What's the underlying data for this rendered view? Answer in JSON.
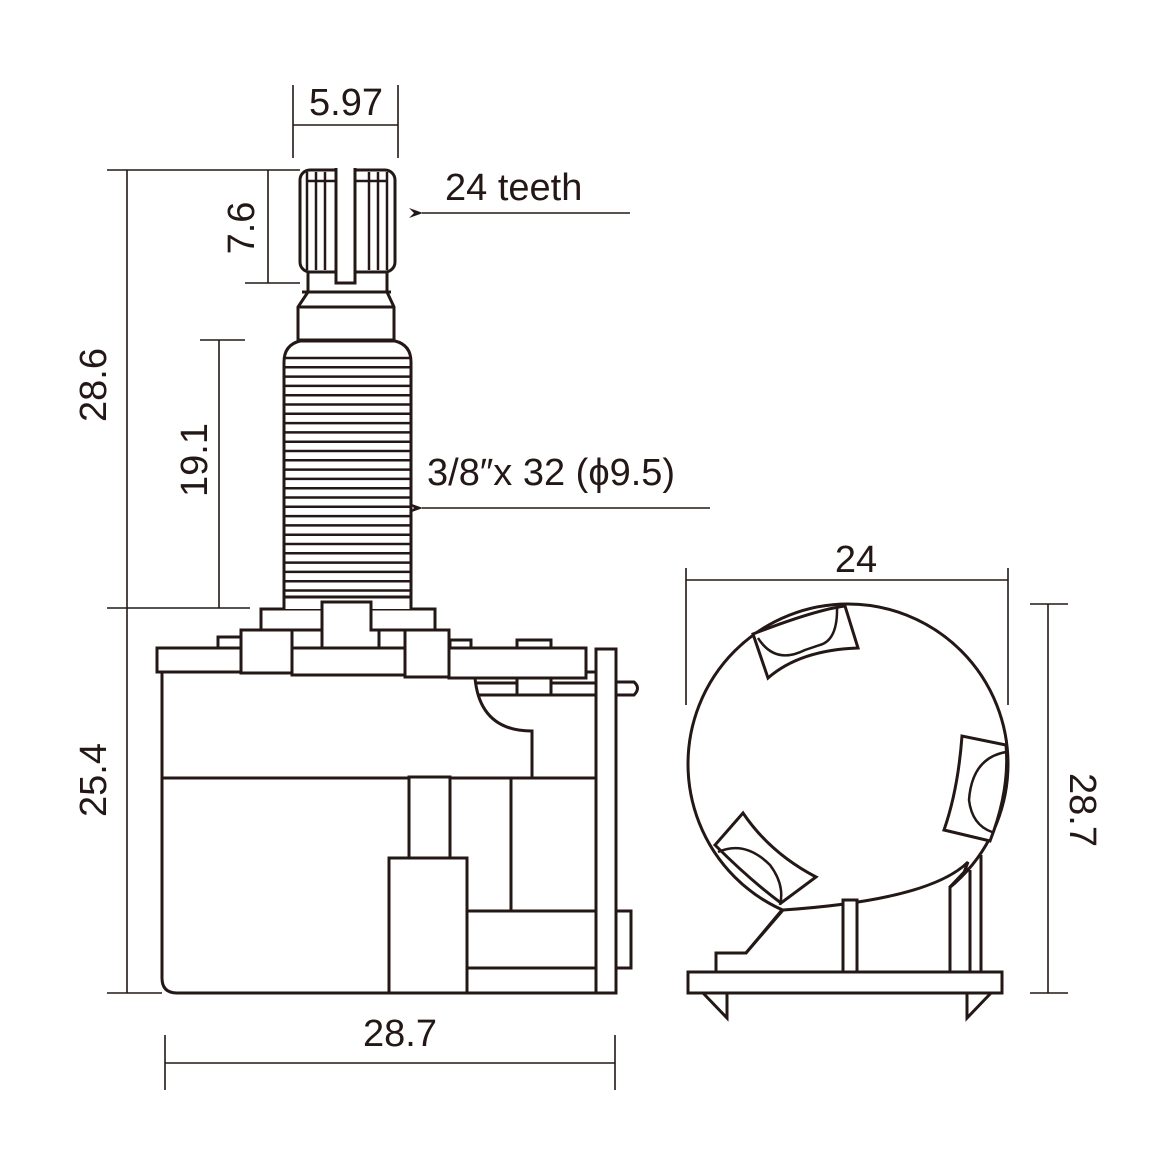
{
  "title": "Potentiometer dimension drawing",
  "dimensions": {
    "shaft_width": "5.97",
    "knurl_height": "7.6",
    "shaft_total": "28.6",
    "bushing_length": "19.1",
    "body_height": "25.4",
    "body_width": "28.7",
    "diameter": "24",
    "side_height": "28.7"
  },
  "annotations": {
    "teeth": "24 teeth",
    "thread": "3/8″x 32 (ϕ9.5)"
  },
  "colors": {
    "line": "#231815"
  }
}
